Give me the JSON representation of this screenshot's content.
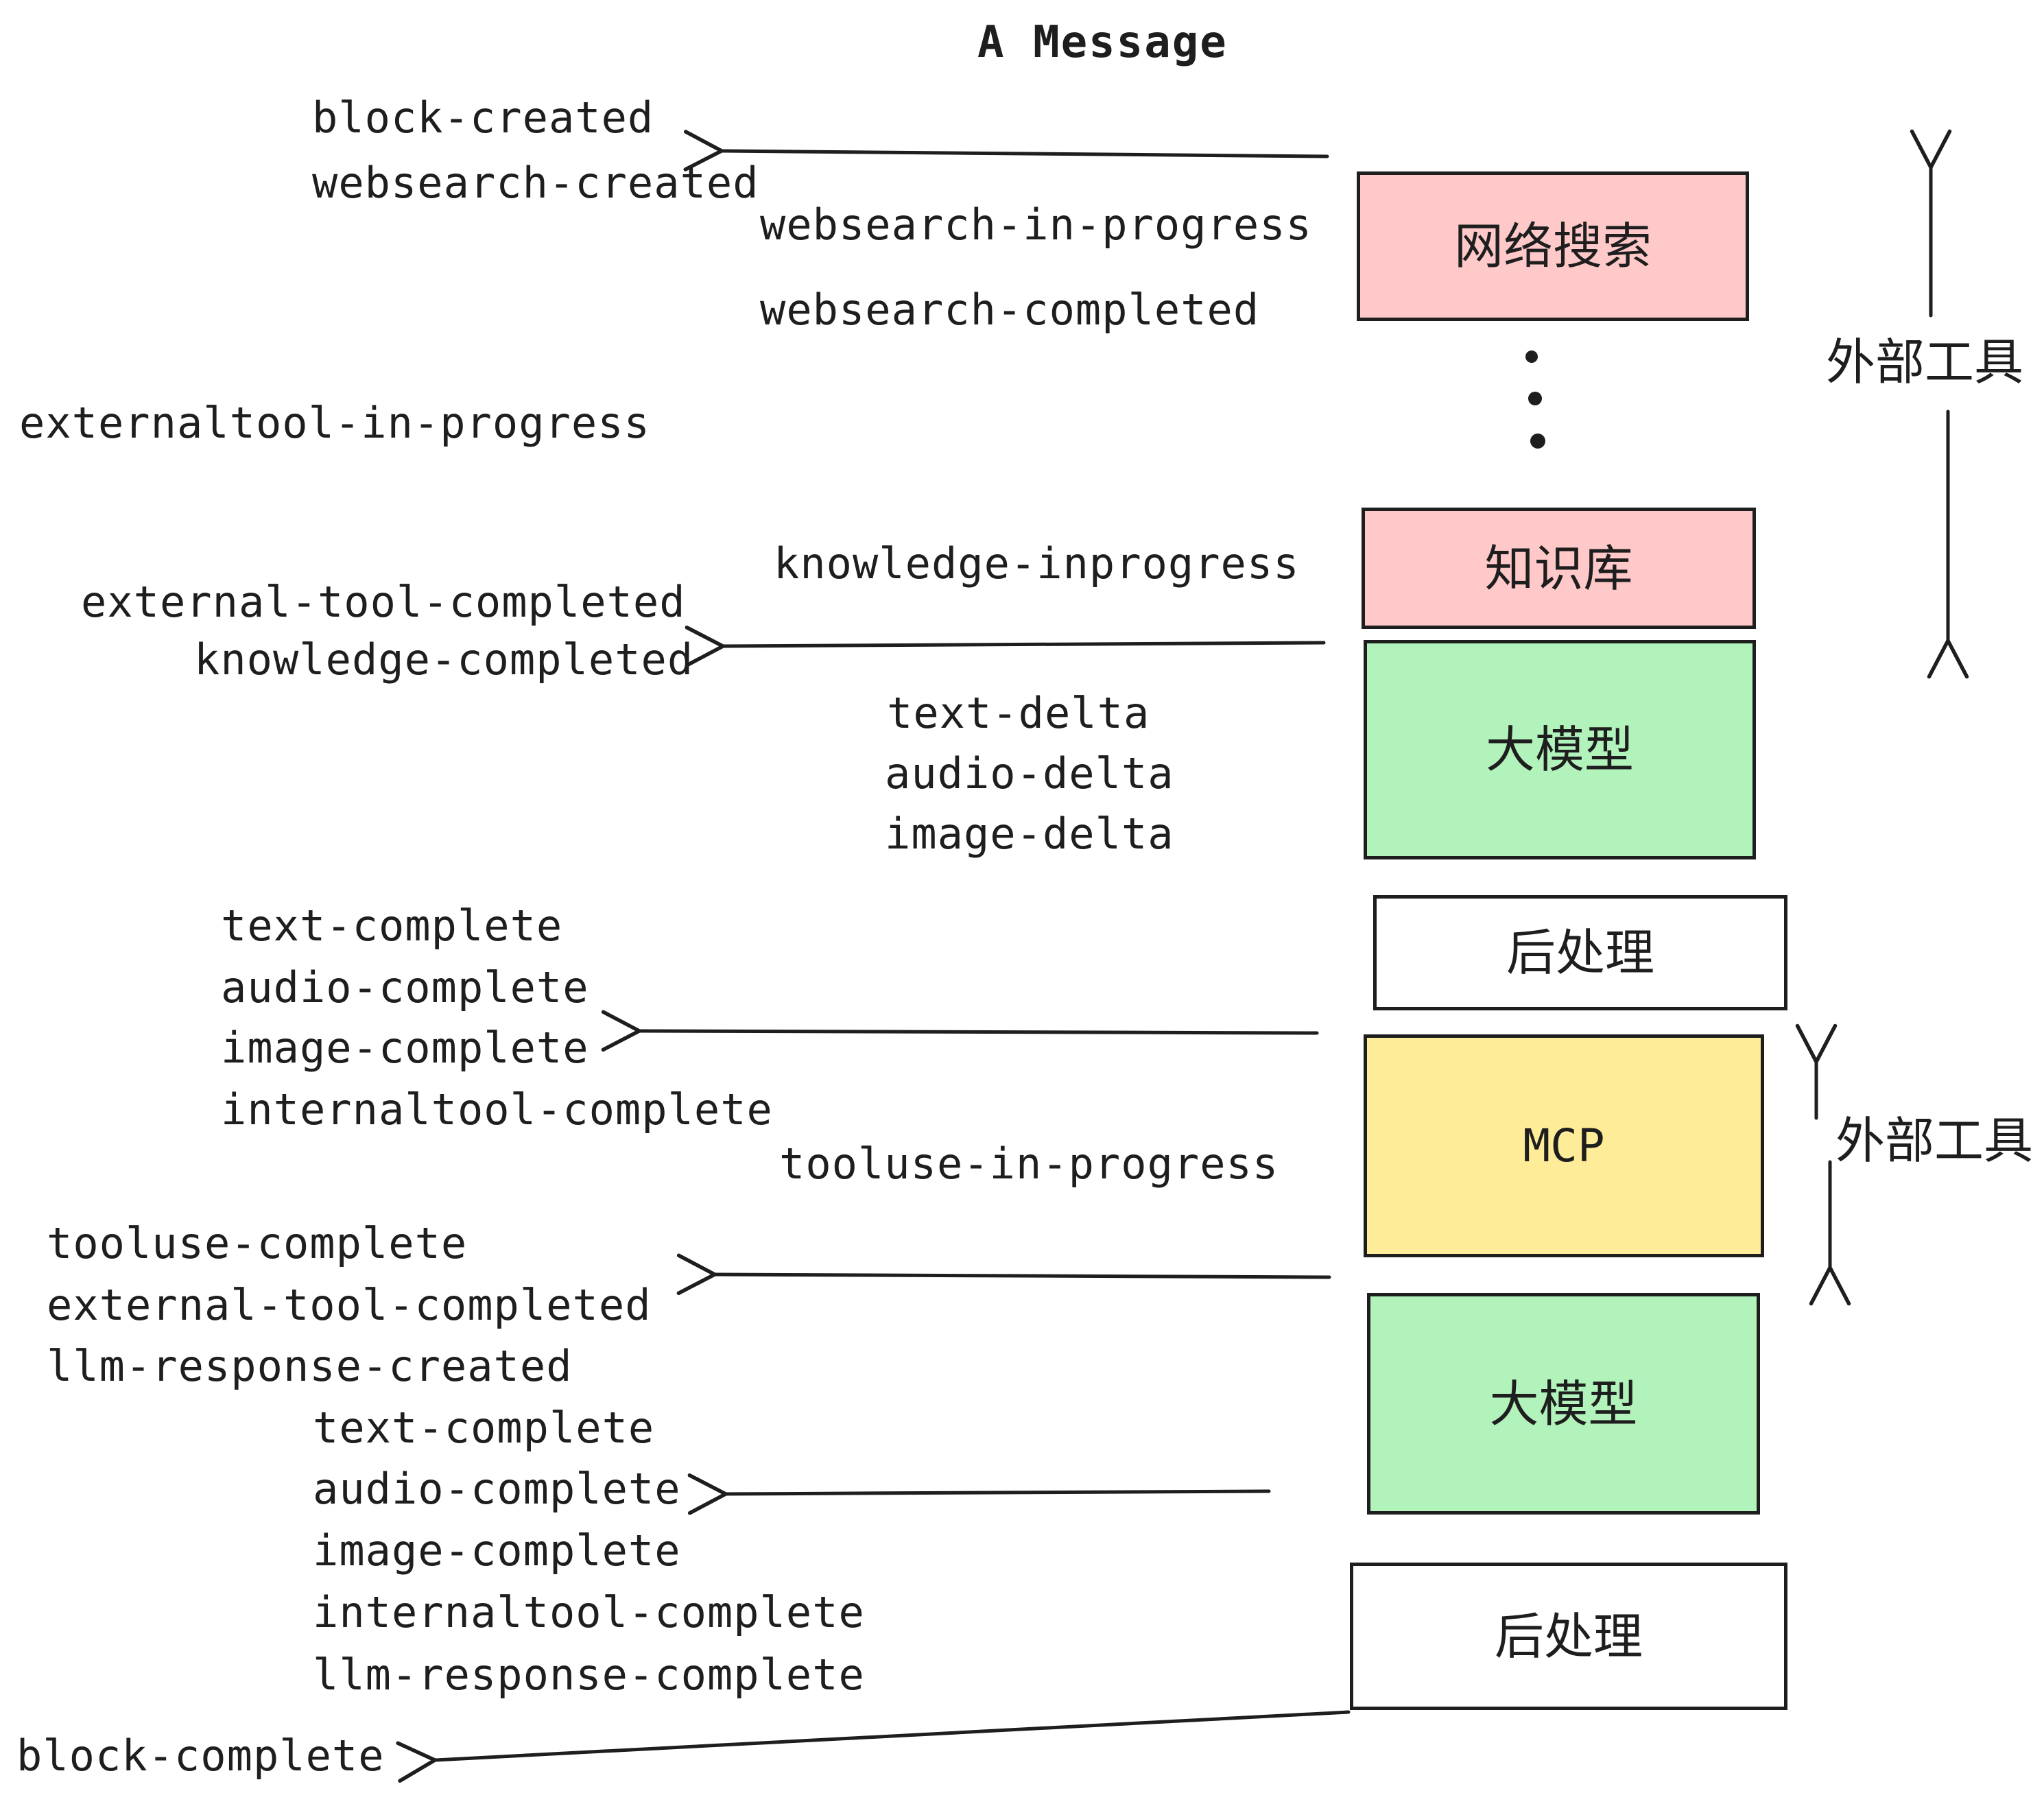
{
  "title": "A Message",
  "colors": {
    "background": "#ffffff",
    "stroke": "#1e1e1e",
    "box_pink": "#ffc9c9",
    "box_green": "#b2f2bb",
    "box_yellow": "#ffec99",
    "box_white": "#ffffff"
  },
  "boxes": {
    "websearch": {
      "label": "网络搜索"
    },
    "knowledge": {
      "label": "知识库"
    },
    "llm_top": {
      "label": "大模型"
    },
    "post_top": {
      "label": "后处理"
    },
    "mcp": {
      "label": "MCP"
    },
    "llm_bottom": {
      "label": "大模型"
    },
    "post_bottom": {
      "label": "后处理"
    }
  },
  "side_labels": {
    "external_tools_top": "外部工具",
    "external_tools_bottom": "外部工具"
  },
  "events": {
    "block_created": "block-created",
    "websearch_created": "websearch-created",
    "websearch_in_progress": "websearch-in-progress",
    "websearch_completed": "websearch-completed",
    "externaltool_in_progress": "externaltool-in-progress",
    "knowledge_inprogress": "knowledge-inprogress",
    "external_tool_completed_1": "external-tool-completed",
    "knowledge_completed": "knowledge-completed",
    "text_delta_1": "text-delta",
    "audio_delta_1": "audio-delta",
    "image_delta_1": "image-delta",
    "text_complete_1": "text-complete",
    "audio_complete_1": "audio-complete",
    "image_complete_1": "image-complete",
    "internaltool_complete_1": "internaltool-complete",
    "tooluse_in_progress": "tooluse-in-progress",
    "tooluse_complete": "tooluse-complete",
    "external_tool_completed_2": "external-tool-completed",
    "llm_response_created": "llm-response-created",
    "text_complete_2": "text-complete",
    "audio_complete_2": "audio-complete",
    "image_complete_2": "image-complete",
    "internaltool_complete_2": "internaltool-complete",
    "llm_response_complete": "llm-response-complete",
    "block_complete": "block-complete"
  }
}
